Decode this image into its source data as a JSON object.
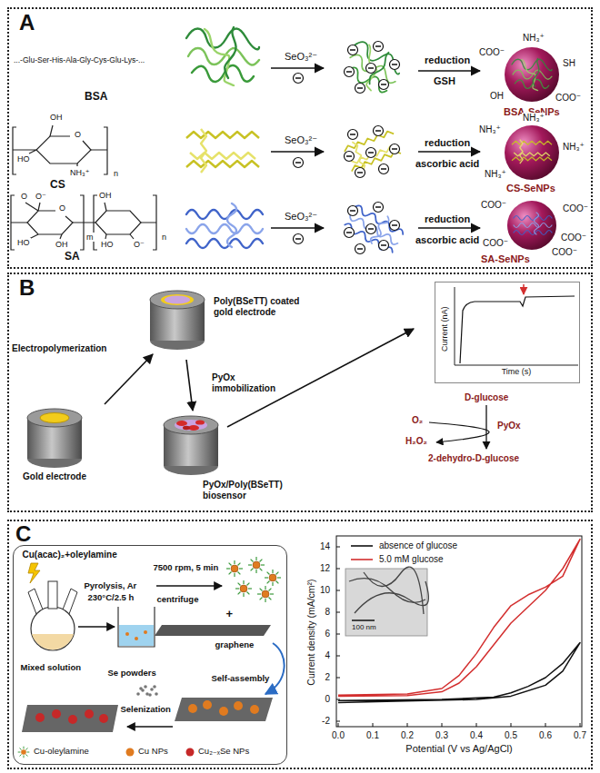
{
  "diagram": {
    "nodes": [
      {
        "text": [
          "A"
        ]
      },
      {
        "text": [
          "B"
        ]
      },
      {
        "text": [
          "Current (nA)",
          "Time (s)"
        ],
        "in": 1
      },
      {
        "text": [
          "C"
        ]
      },
      {
        "text": [
          "Cu(acac)₂+oleylamine",
          "Pyrolysis, Ar",
          "230°C/2.5 h",
          "7500 rpm, 5 min",
          "centrifuge",
          "Mixed solution",
          "+",
          "graphene",
          "Self-assembly",
          "Se powders",
          "Selenization"
        ],
        "in": 3
      }
    ],
    "labels": [
      "...-Glu-Ser-His-Ala-Gly-Cys-Glu-Lys-...",
      "BSA",
      "SeO₃²⁻",
      "reduction",
      "GSH",
      "NH₃⁺",
      "COO⁻",
      "SH",
      "OH",
      "COO⁻",
      "BSA-SeNPs",
      "OH",
      "HO",
      "O",
      "NH₃⁺",
      "n",
      "CS",
      "SeO₃²⁻",
      "reduction",
      "ascorbic acid",
      "NH₃⁺",
      "NH₃⁺",
      "NH₃⁺",
      "NH₃⁺",
      "CS-SeNPs",
      "O",
      "HO",
      "OH",
      "O⁻",
      "O",
      "m",
      "OH",
      "HO",
      "O⁻",
      "n",
      "SA",
      "SeO₃²⁻",
      "reduction",
      "ascorbic acid",
      "COO⁻",
      "COO⁻",
      "COO⁻",
      "COO⁻",
      "COO⁻",
      "SA-SeNPs",
      "Electropolymerization",
      "Gold electrode",
      "Poly(BSeTT) coated gold electrode",
      "PyOx immobilization",
      "PyOx/Poly(BSeTT) biosensor",
      "D-glucose",
      "O₂",
      "H₂O₂",
      "PyOx",
      "2-dehydro-D-glucose",
      "14",
      "12",
      "10",
      "8",
      "6",
      "4",
      "2",
      "0",
      "-2",
      "Current density (mA/cm²)",
      "0.0",
      "0.1",
      "0.2",
      "0.3",
      "0.4",
      "0.5",
      "0.6",
      "0.7",
      "Potential (V vs Ag/AgCl)",
      "100 nm"
    ],
    "legend": [
      {
        "text": "Cu-oleylamine"
      },
      {
        "text": "Cu NPs"
      },
      {
        "text": "Cu₂₋ₓSe NPs"
      },
      {
        "text": "absence of glucose"
      },
      {
        "text": "5.0 mM glucose"
      }
    ]
  }
}
